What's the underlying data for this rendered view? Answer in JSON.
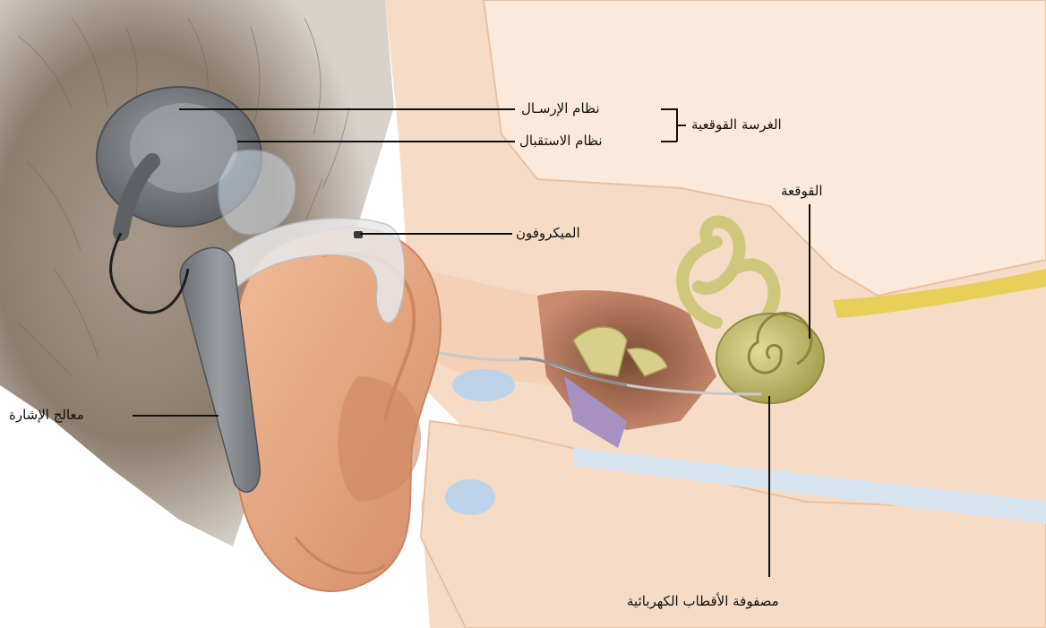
{
  "diagram": {
    "labels": {
      "transmitter": "نظام الإرسـال",
      "receiver": "نظام الاستقبال",
      "cochlear_implant": "الغرسة القوقعية",
      "cochlea": "القوقعة",
      "microphone": "الميكروفون",
      "signal_processor": "معالج الإشارة",
      "electrode_array": "مصفوفة الأقطاب الكهربائية"
    },
    "colors": {
      "hair": "#8c7d6d",
      "skin": "#e6ac86",
      "skin_shadow": "#c98362",
      "bone_section": "#f6dcc6",
      "bone_edge": "#e8c1a4",
      "cochlea": "#c9c26d",
      "device_gray": "#7c7f84",
      "nerve": "#e8cf5a",
      "fluid_blue": "#bcd3ea",
      "eardrum_purple": "#a791c1",
      "leader_line": "#111111"
    },
    "icons": {
      "transmitter_coil": "coil-disc-icon",
      "processor": "behind-ear-processor-icon",
      "microphone": "microphone-port-icon",
      "cochlea": "spiral-cochlea-icon"
    }
  }
}
